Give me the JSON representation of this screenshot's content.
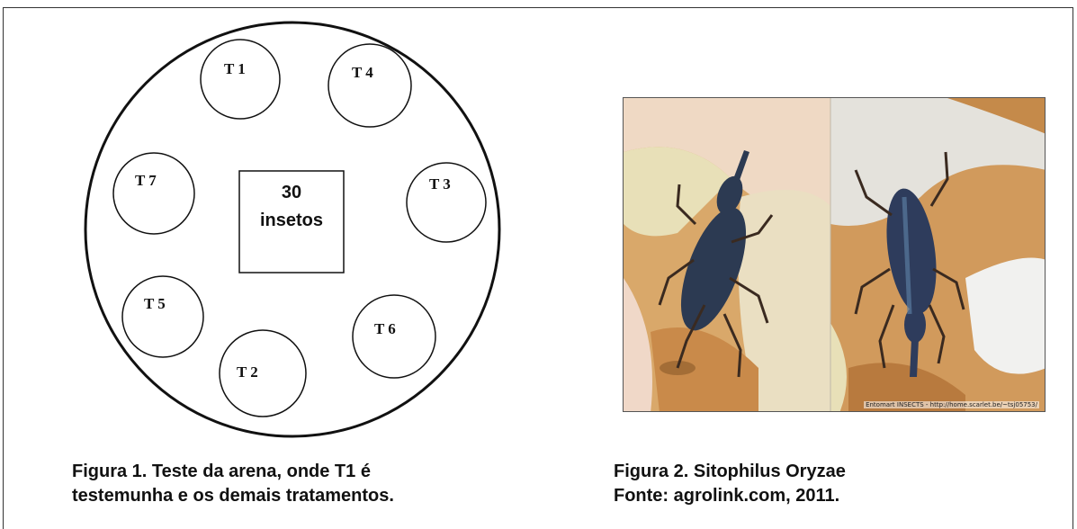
{
  "figure1": {
    "treatments": [
      {
        "id": "t1",
        "label": "T 1"
      },
      {
        "id": "t4",
        "label": "T 4"
      },
      {
        "id": "t7",
        "label": "T 7"
      },
      {
        "id": "t3",
        "label": "T 3"
      },
      {
        "id": "t5",
        "label": "T 5"
      },
      {
        "id": "t6",
        "label": "T 6"
      },
      {
        "id": "t2",
        "label": "T 2"
      }
    ],
    "center_line1": "30",
    "center_line2": "insetos",
    "caption_line1": "Figura 1. Teste da arena, onde T1 é",
    "caption_line2": "testemunha e os demais tratamentos."
  },
  "figure2": {
    "photo_credit": "Entomart INSECTS - http://home.scarlet.be/~tsj05753/",
    "caption_line1": "Figura 2. Sitophilus Oryzae",
    "caption_line2": "Fonte: agrolink.com, 2011."
  }
}
